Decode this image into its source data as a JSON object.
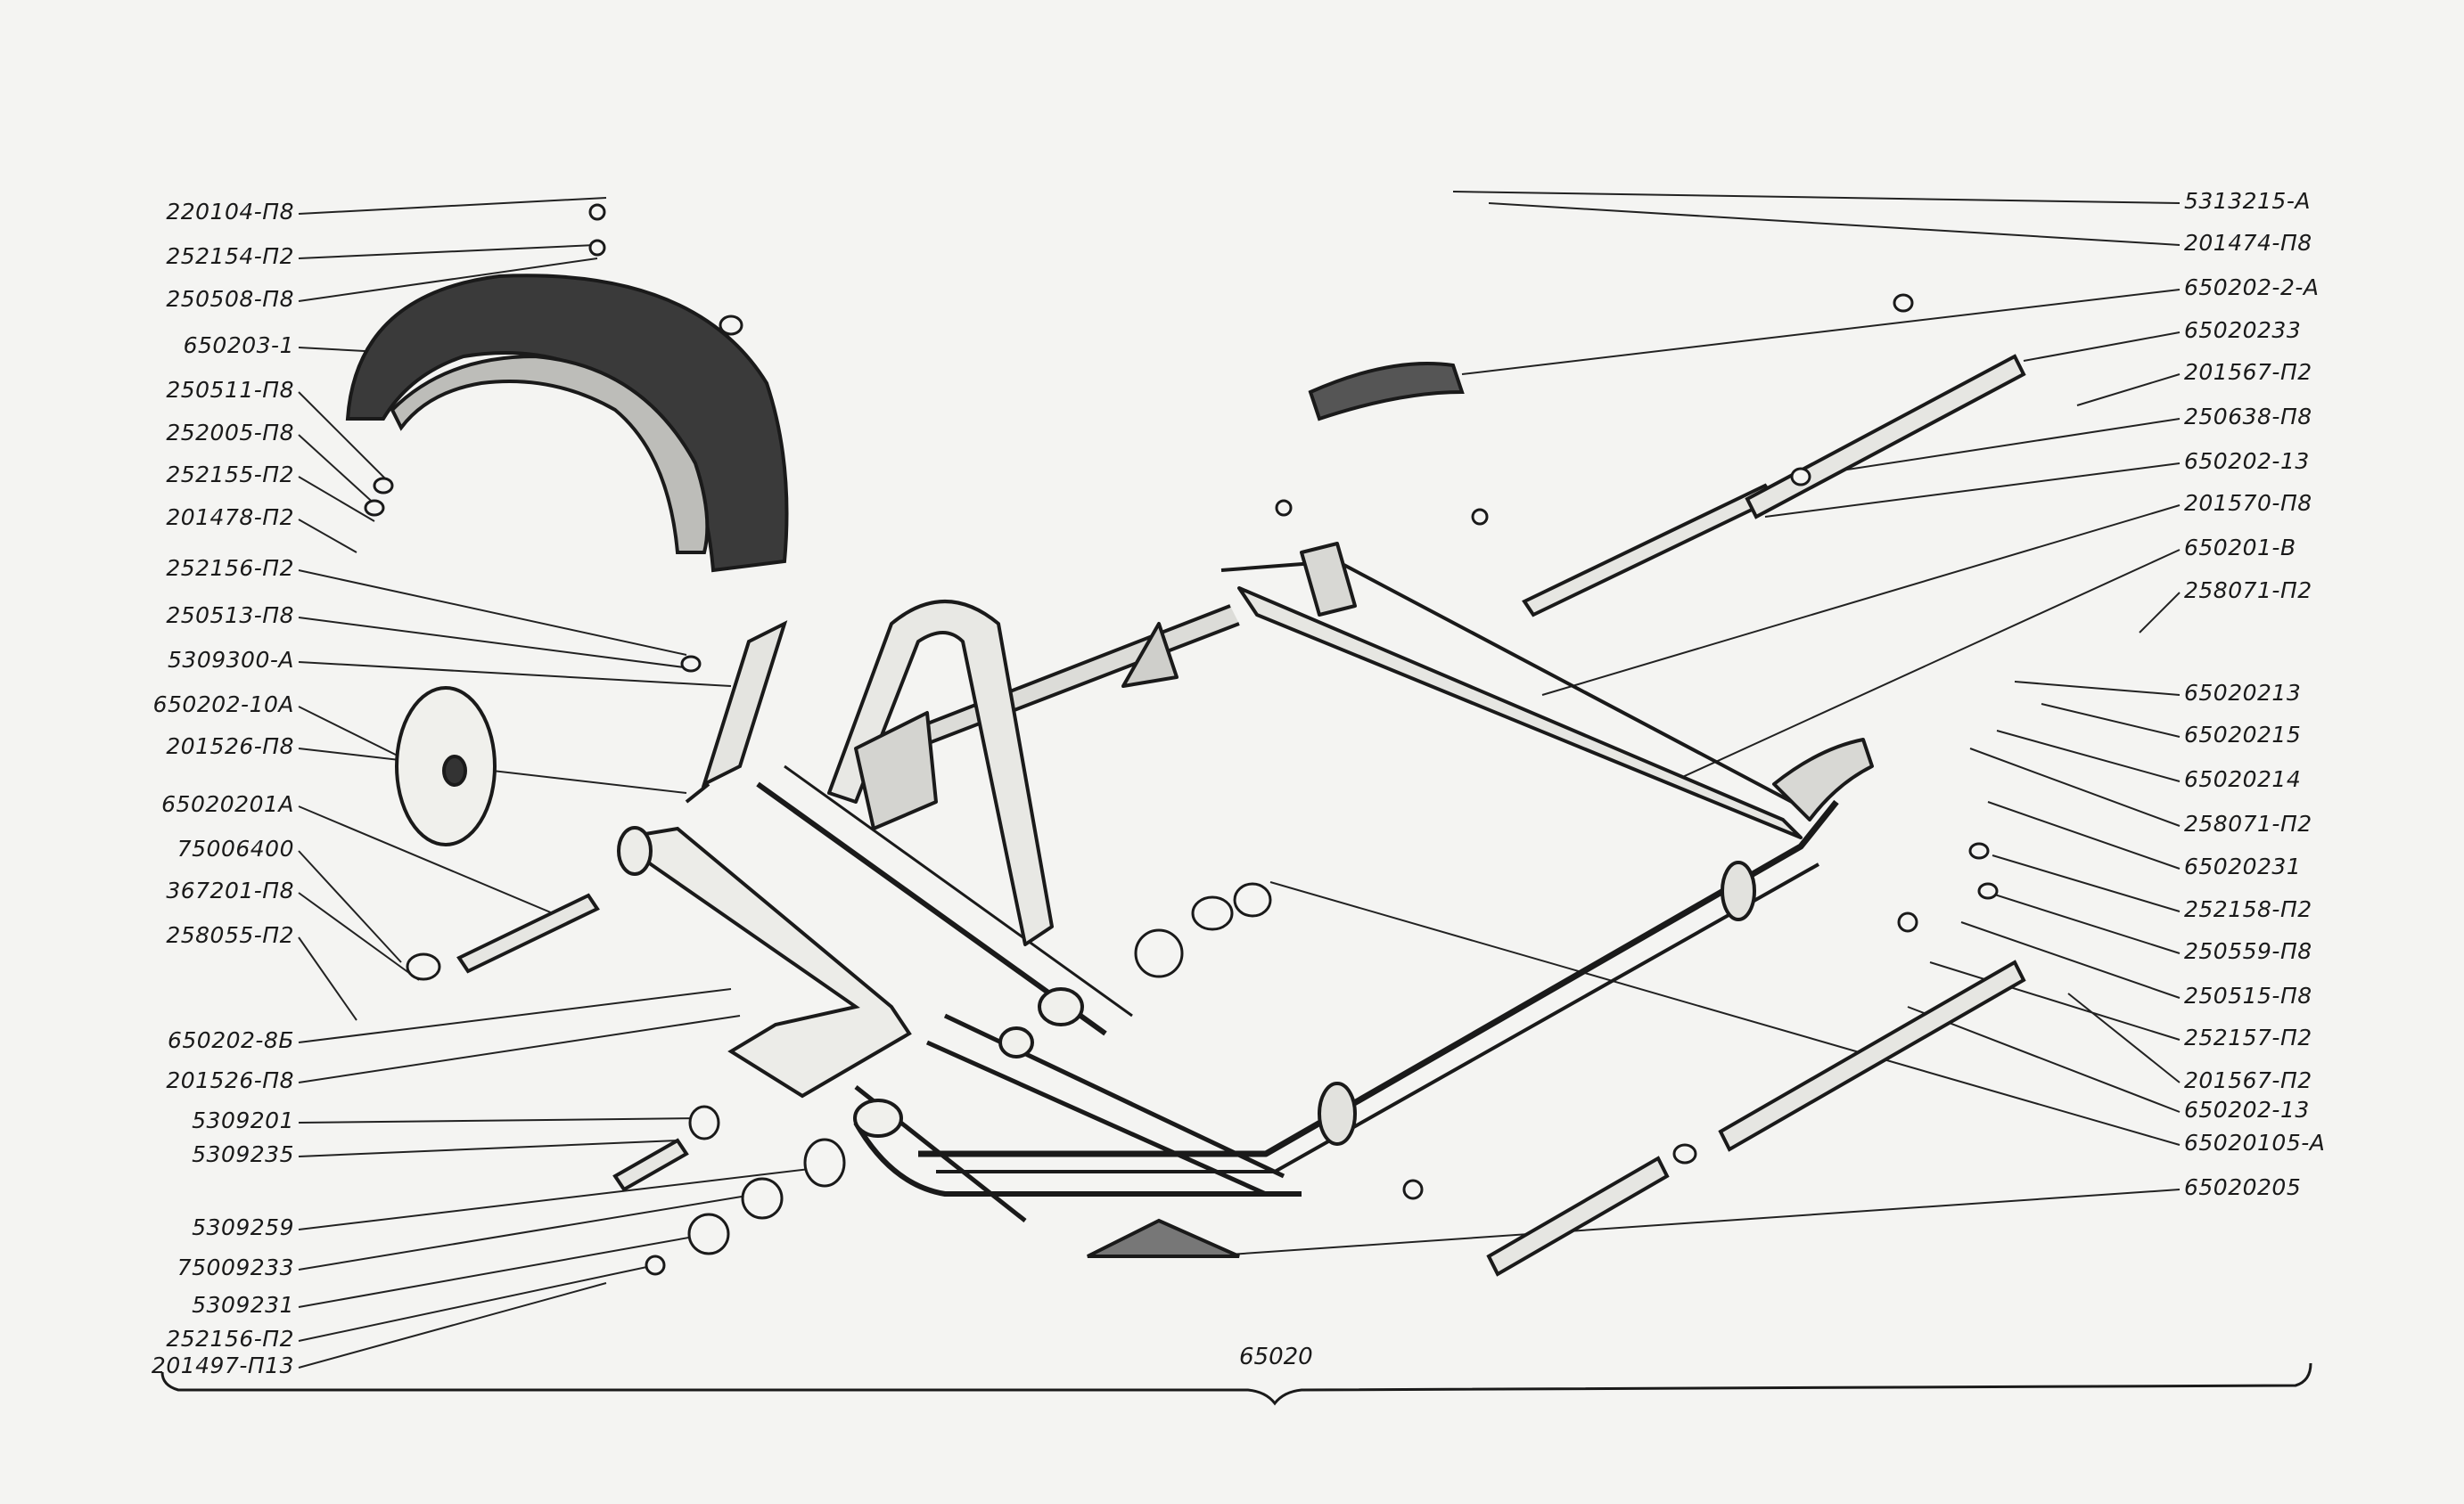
{
  "group_number": "65020",
  "labels_left": [
    "220104-П8",
    "252154-П2",
    "250508-П8",
    "650203-1",
    "250511-П8",
    "252005-П8",
    "252155-П2",
    "201478-П2",
    "252156-П2",
    "250513-П8",
    "5309300-А",
    "650202-10А",
    "201526-П8",
    "65020201А",
    "75006400",
    "367201-П8",
    "258055-П2",
    "650202-8Б",
    "201526-П8",
    "5309201",
    "5309235",
    "5309259",
    "75009233",
    "5309231",
    "252156-П2",
    "201497-П13"
  ],
  "labels_right": [
    "5313215-А",
    "201474-П8",
    "650202-2-А",
    "65020233",
    "201567-П2",
    "250638-П8",
    "650202-13",
    "201570-П8",
    "650201-В",
    "258071-П2",
    "65020213",
    "65020215",
    "65020214",
    "258071-П2",
    "65020231",
    "252158-П2",
    "250559-П8",
    "250515-П8",
    "252157-П2",
    "201567-П2",
    "650202-13",
    "65020105-А",
    "65020205"
  ]
}
